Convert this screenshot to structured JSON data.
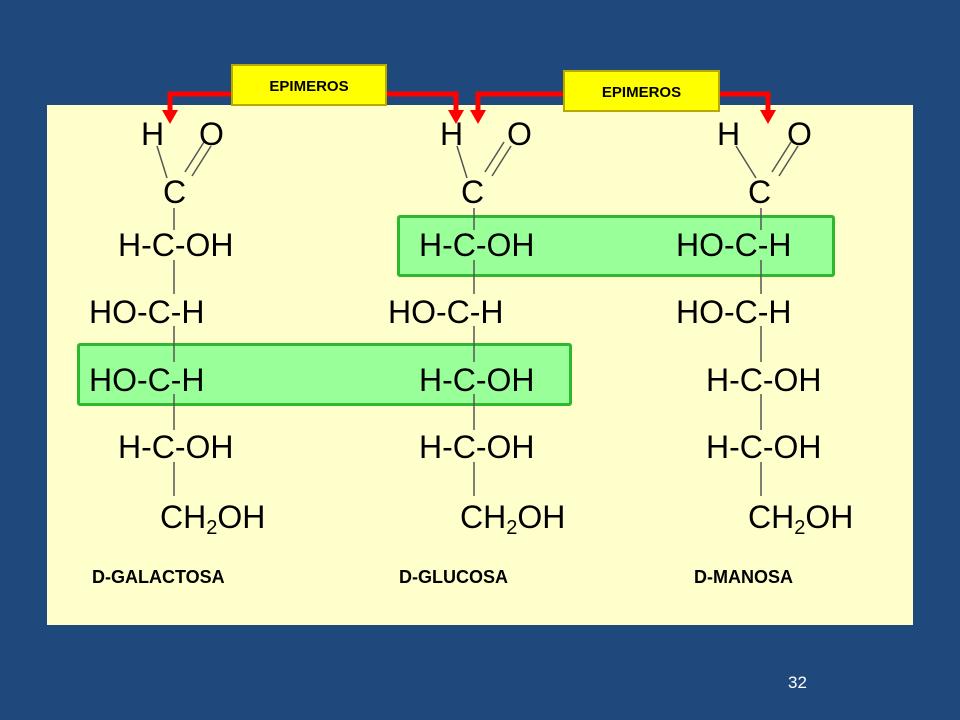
{
  "epimer_labels": [
    "EPIMEROS",
    "EPIMEROS"
  ],
  "molecules": [
    {
      "name": "D-GALACTOSA",
      "aldehyde": [
        "H",
        "O",
        "C"
      ],
      "rows": [
        "H-C-OH",
        "HO-C-H",
        "HO-C-H",
        "H-C-OH"
      ],
      "terminal": [
        "CH",
        "2",
        "OH"
      ]
    },
    {
      "name": "D-GLUCOSA",
      "aldehyde": [
        "H",
        "O",
        "C"
      ],
      "rows": [
        "H-C-OH",
        "HO-C-H",
        "H-C-OH",
        "H-C-OH"
      ],
      "terminal": [
        "CH",
        "2",
        "OH"
      ]
    },
    {
      "name": "D-MANOSA",
      "aldehyde": [
        "H",
        "O",
        "C"
      ],
      "rows": [
        "HO-C-H",
        "HO-C-H",
        "H-C-OH",
        "H-C-OH"
      ],
      "terminal": [
        "CH",
        "2",
        "OH"
      ]
    }
  ],
  "colors": {
    "background": "#1f497d",
    "panel": "#ffffcc",
    "highlight_fill": "#99ff99",
    "highlight_border": "#2eb82e",
    "arrow": "#ff0000",
    "label_fill": "#ffff00"
  },
  "slide_number": "32"
}
